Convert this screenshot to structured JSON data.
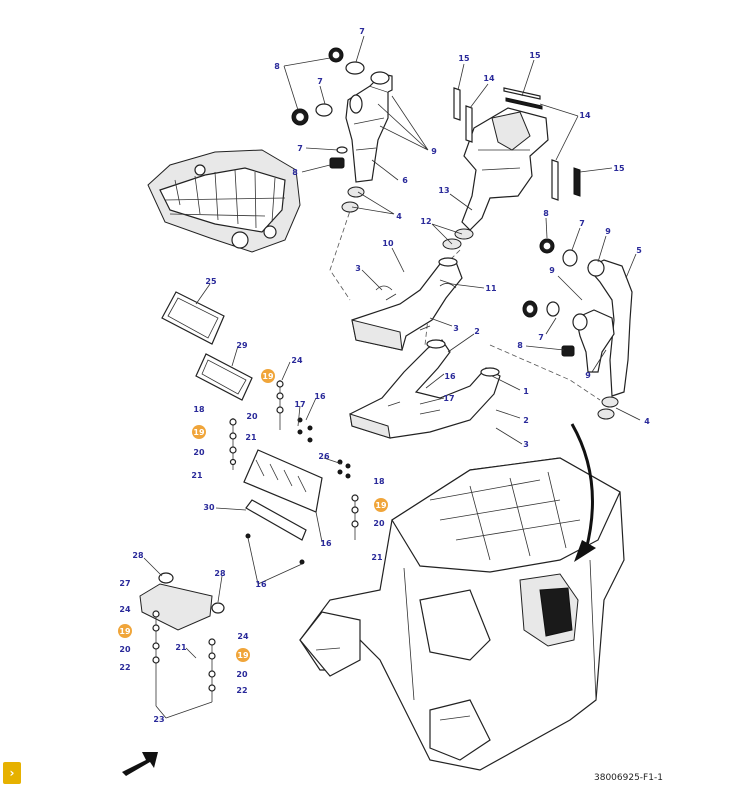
{
  "drawing_id": "38006925-F1-1",
  "expand_icon": "chevron-right-icon",
  "colors": {
    "callout_text": "#2a2a9a",
    "highlight": "#f0a53a",
    "expand_button": "#e6b100"
  },
  "callouts": [
    {
      "text": "7"
    },
    {
      "text": "8"
    },
    {
      "text": "7"
    },
    {
      "text": "7"
    },
    {
      "text": "8"
    },
    {
      "text": "9"
    },
    {
      "text": "6"
    },
    {
      "text": "4"
    },
    {
      "text": "15"
    },
    {
      "text": "15"
    },
    {
      "text": "14"
    },
    {
      "text": "14"
    },
    {
      "text": "15"
    },
    {
      "text": "13"
    },
    {
      "text": "12"
    },
    {
      "text": "8"
    },
    {
      "text": "7"
    },
    {
      "text": "9"
    },
    {
      "text": "5"
    },
    {
      "text": "9"
    },
    {
      "text": "7"
    },
    {
      "text": "8"
    },
    {
      "text": "9"
    },
    {
      "text": "4"
    },
    {
      "text": "10"
    },
    {
      "text": "3"
    },
    {
      "text": "11"
    },
    {
      "text": "3"
    },
    {
      "text": "2"
    },
    {
      "text": "16"
    },
    {
      "text": "17"
    },
    {
      "text": "1"
    },
    {
      "text": "2"
    },
    {
      "text": "3"
    },
    {
      "text": "25"
    },
    {
      "text": "29"
    },
    {
      "text": "24"
    },
    {
      "text": "18"
    },
    {
      "text": "20"
    },
    {
      "text": "17"
    },
    {
      "text": "16"
    },
    {
      "text": "21"
    },
    {
      "text": "20"
    },
    {
      "text": "21"
    },
    {
      "text": "26"
    },
    {
      "text": "18"
    },
    {
      "text": "20"
    },
    {
      "text": "21"
    },
    {
      "text": "30"
    },
    {
      "text": "16"
    },
    {
      "text": "16"
    },
    {
      "text": "28"
    },
    {
      "text": "27"
    },
    {
      "text": "28"
    },
    {
      "text": "24"
    },
    {
      "text": "20"
    },
    {
      "text": "22"
    },
    {
      "text": "21"
    },
    {
      "text": "24"
    },
    {
      "text": "20"
    },
    {
      "text": "22"
    },
    {
      "text": "23"
    }
  ],
  "highlight_callouts": [
    {
      "text": "19"
    },
    {
      "text": "19"
    },
    {
      "text": "19"
    },
    {
      "text": "19"
    },
    {
      "text": "19"
    }
  ]
}
